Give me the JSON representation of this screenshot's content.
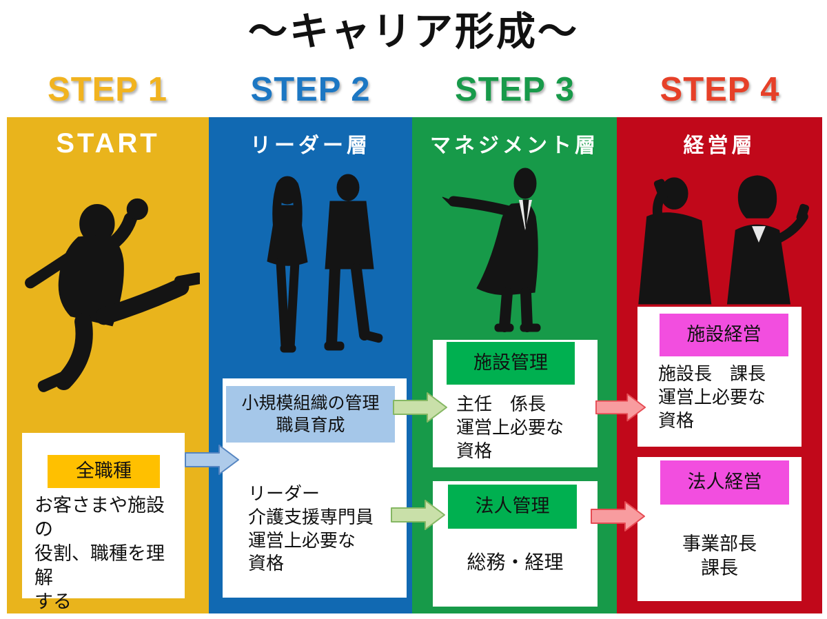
{
  "title": "～キャリア形成～",
  "columns": [
    {
      "step_label": "STEP 1",
      "step_color": "#F1B31F",
      "column_color": "#E9B41C",
      "header": "START",
      "silhouette": "jumping-person",
      "boxes": [
        {
          "tag": "全職種",
          "tag_bg": "#FFC000",
          "body": "お客さまや施設の\n役割、職種を理解\nする"
        }
      ]
    },
    {
      "step_label": "STEP 2",
      "step_color": "#1C77C3",
      "column_color": "#1169B2",
      "header": "リーダー層",
      "silhouette": "standing-woman-and-man",
      "boxes": [
        {
          "tag": "小規模組織の管理\n職員育成",
          "tag_bg": "#A5C7E9",
          "body": "リーダー\n介護支援専門員\n運営上必要な\n資格"
        }
      ]
    },
    {
      "step_label": "STEP 3",
      "step_color": "#189A4A",
      "column_color": "#179A49",
      "header": "マネジメント層",
      "silhouette": "pointing-man",
      "boxes": [
        {
          "tag": "施設管理",
          "tag_bg": "#00B050",
          "body": "主任　係長\n運営上必要な\n資格"
        },
        {
          "tag": "法人管理",
          "tag_bg": "#00B050",
          "body": "総務・経理"
        }
      ]
    },
    {
      "step_label": "STEP 4",
      "step_color": "#E64028",
      "column_color": "#C1081A",
      "header": "経営層",
      "silhouette": "businessman-on-phone-and-businesswoman",
      "boxes": [
        {
          "tag": "施設経営",
          "tag_bg": "#F24EDF",
          "body": "施設長　課長\n運営上必要な\n資格"
        },
        {
          "tag": "法人経営",
          "tag_bg": "#F24EDF",
          "body": "事業部長\n課長"
        }
      ]
    }
  ],
  "arrows": [
    {
      "from": "STEP 1",
      "to": "STEP 2 小規模組織の管理",
      "fill": "#AECBEA",
      "stroke": "#5585C1"
    },
    {
      "from": "STEP 2",
      "to": "STEP 3 施設管理",
      "fill": "#C9E0A9",
      "stroke": "#85B763"
    },
    {
      "from": "STEP 2",
      "to": "STEP 3 法人管理",
      "fill": "#C9E0A9",
      "stroke": "#85B763"
    },
    {
      "from": "STEP 3",
      "to": "STEP 4 施設経営",
      "fill": "#F89C9F",
      "stroke": "#E64A52"
    },
    {
      "from": "STEP 3",
      "to": "STEP 4 法人経営",
      "fill": "#F89C9F",
      "stroke": "#E64A52"
    }
  ]
}
